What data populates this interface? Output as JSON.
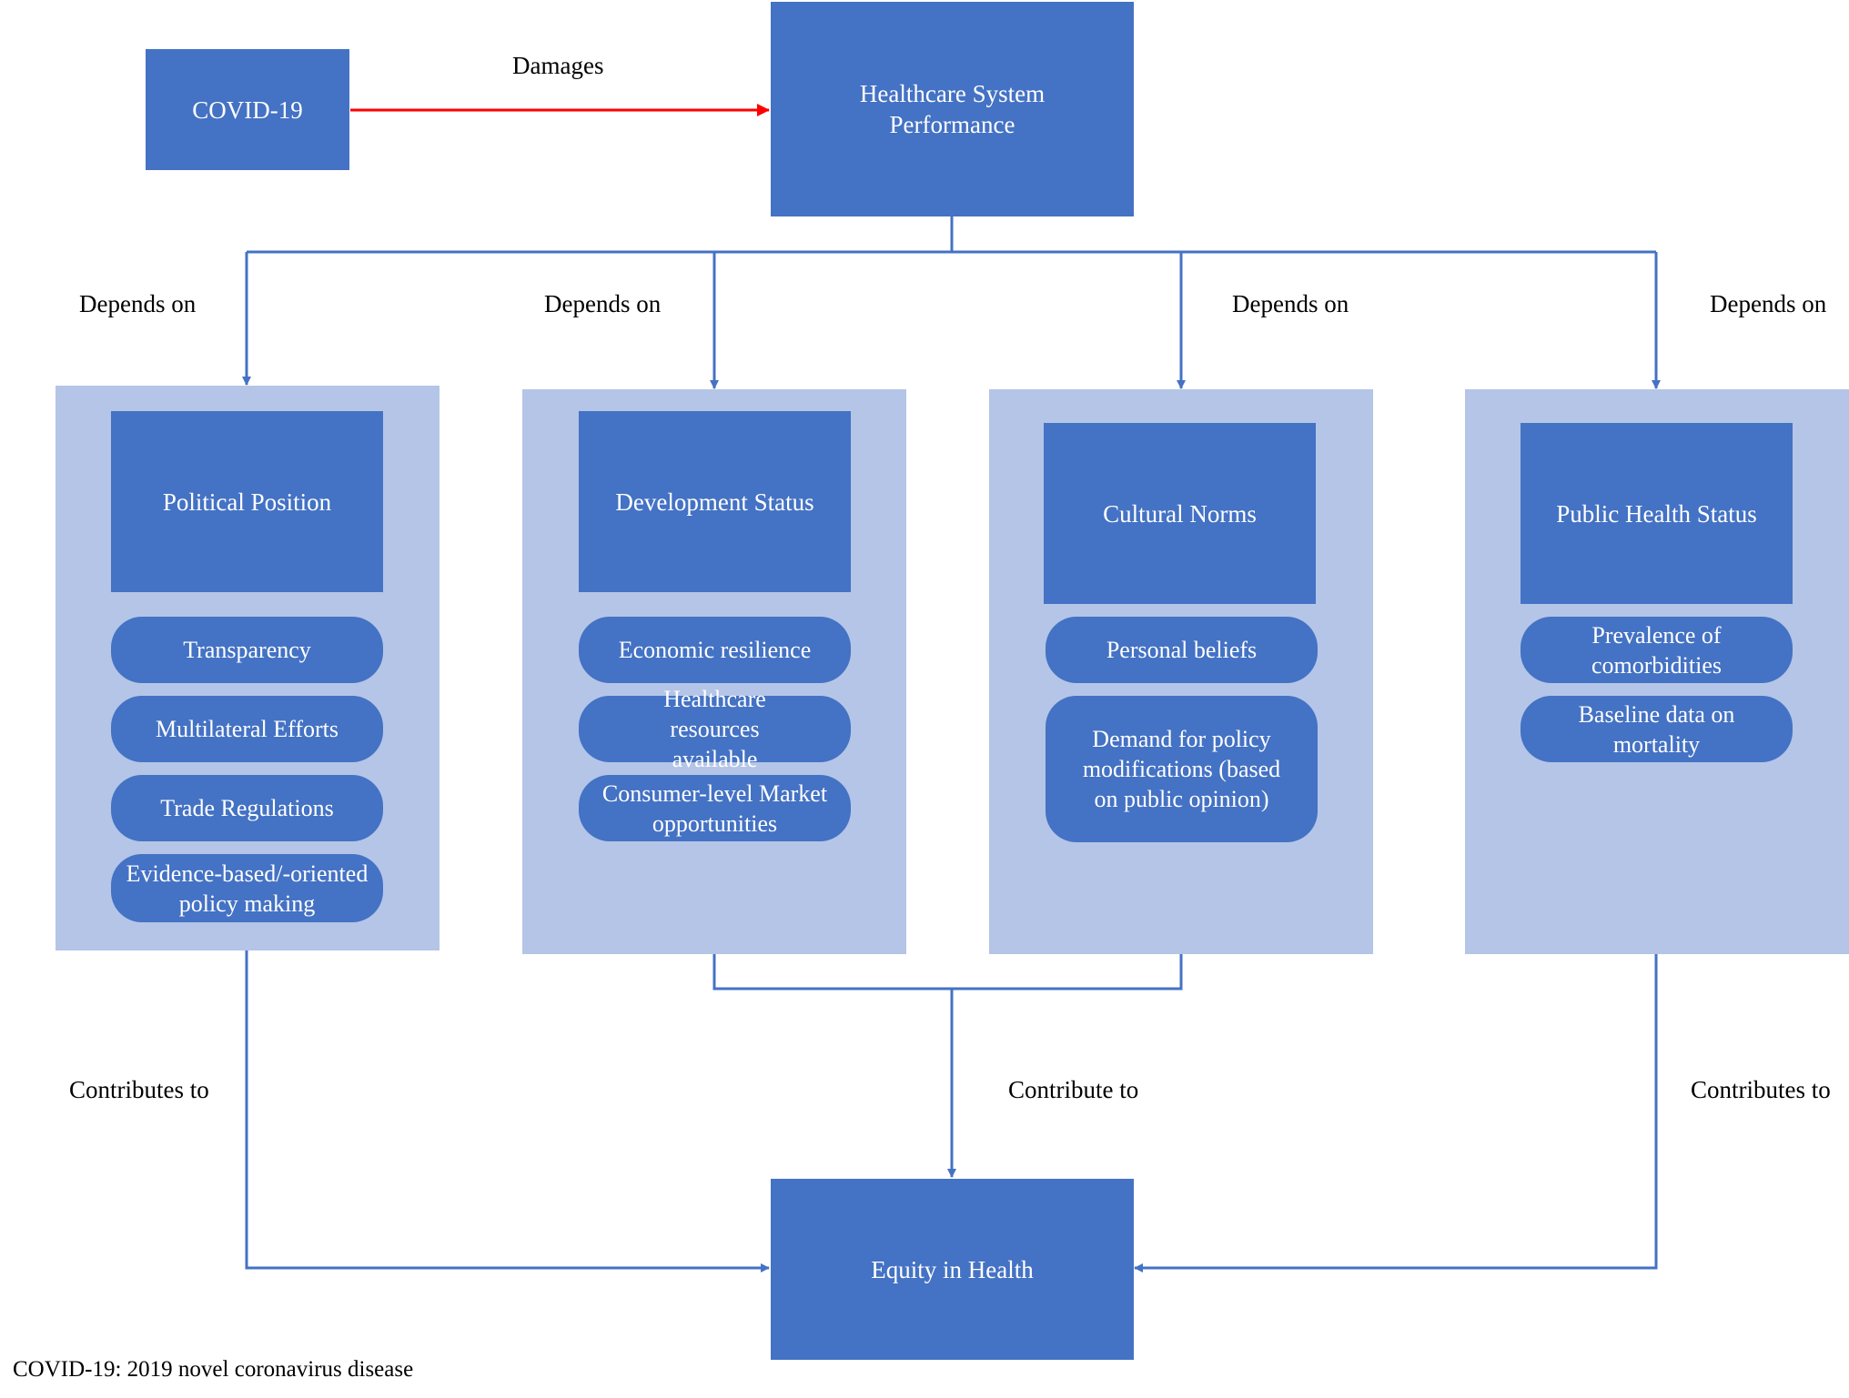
{
  "nodes": {
    "covid": "COVID-19",
    "hsp": "Healthcare System Performance",
    "equity": "Equity in Health"
  },
  "edge_labels": {
    "damages": "Damages",
    "depends_on": "Depends on",
    "contributes_to": "Contributes to",
    "contribute_to": "Contribute to"
  },
  "groups": [
    {
      "title": "Political Position",
      "items": [
        "Transparency",
        "Multilateral Efforts",
        "Trade Regulations",
        "Evidence-based/-oriented policy making"
      ]
    },
    {
      "title": "Development Status",
      "items": [
        "Economic resilience",
        "Healthcare resources available",
        "Consumer-level Market opportunities"
      ]
    },
    {
      "title": "Cultural Norms",
      "items": [
        "Personal beliefs",
        "Demand for policy modifications (based on public opinion)"
      ]
    },
    {
      "title": "Public Health Status",
      "items": [
        "Prevalence of comorbidities",
        "Baseline data on mortality"
      ]
    }
  ],
  "footnote": "COVID-19: 2019 novel coronavirus disease",
  "colors": {
    "box_fill": "#4472c4",
    "panel_fill": "#b4c5e7",
    "connector": "#4472c4",
    "damage_arrow": "#ff0000",
    "text_on_box": "#ffffff"
  }
}
